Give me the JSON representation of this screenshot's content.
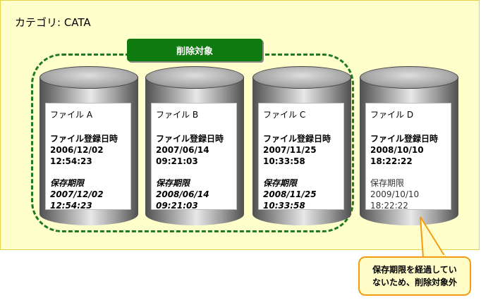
{
  "category_label": "カテゴリ: CATA",
  "target_label": "削除対象",
  "files": [
    {
      "name": "ファイル A",
      "reg_label": "ファイル登録日時",
      "reg_date": "2006/12/02",
      "reg_time": "12:54:23",
      "exp_label": "保存期限",
      "exp_date": "2007/12/02",
      "exp_time": "12:54:23"
    },
    {
      "name": "ファイル B",
      "reg_label": "ファイル登録日時",
      "reg_date": "2007/06/14",
      "reg_time": "09:21:03",
      "exp_label": "保存期限",
      "exp_date": "2008/06/14",
      "exp_time": "09:21:03"
    },
    {
      "name": "ファイル C",
      "reg_label": "ファイル登録日時",
      "reg_date": "2007/11/25",
      "reg_time": "10:33:58",
      "exp_label": "保存期限",
      "exp_date": "2008/11/25",
      "exp_time": "10:33:58"
    },
    {
      "name": "ファイル D",
      "reg_label": "ファイル登録日時",
      "reg_date": "2008/10/10",
      "reg_time": "18:22:22",
      "exp_label": "保存期限",
      "exp_date": "2009/10/10",
      "exp_time": "18:22:22"
    }
  ],
  "callout": {
    "line1": "保存期限を経過してい",
    "line2": "ないため、削除対象外"
  },
  "colors": {
    "panel": "#ffffcc",
    "target_green": "#0f7a0f",
    "callout_border": "#f39c12"
  }
}
